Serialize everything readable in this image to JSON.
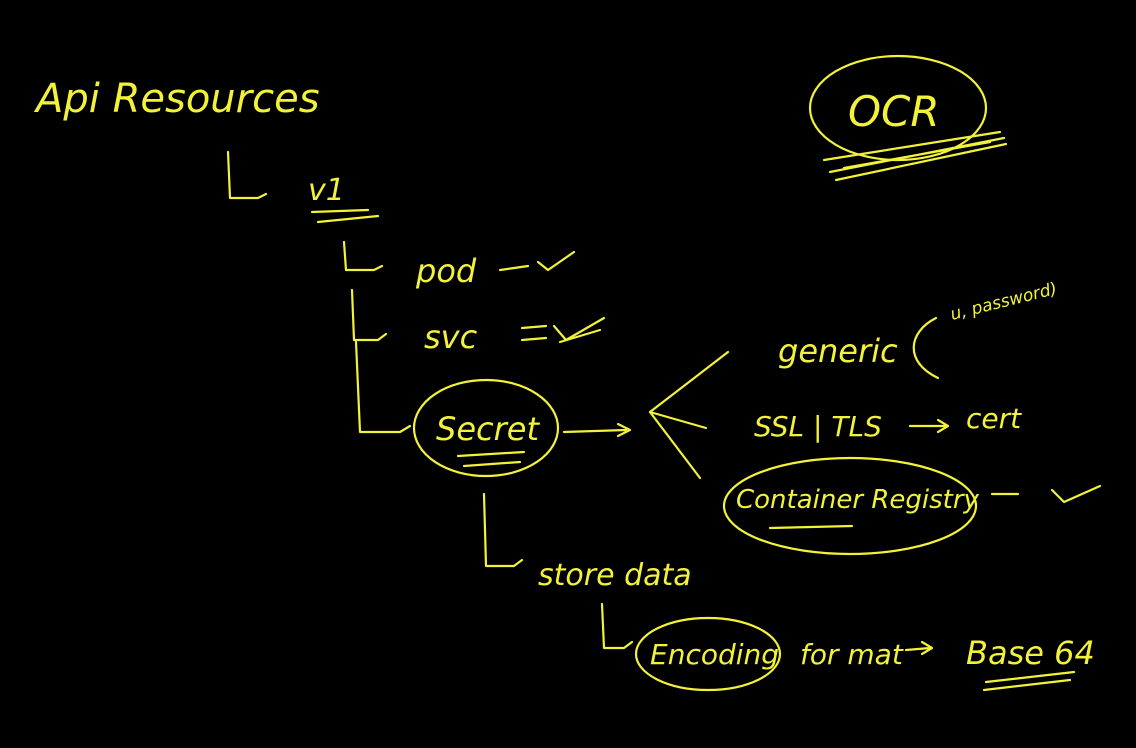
{
  "ink_color": "#f2f23a",
  "background": "#000000",
  "notes": {
    "title": "Api Resources",
    "v1": "v1",
    "pod": "pod",
    "svc": "svc",
    "secret": "Secret",
    "generic": "generic",
    "generic_detail": "u, password)",
    "ssl_tls": "SSL | TLS",
    "cert": "cert",
    "container_registry": "Container Registry",
    "store_data": "store data",
    "encoding": "Encoding",
    "format": "for mat",
    "base64": "Base 64",
    "ocr": "OCR"
  }
}
